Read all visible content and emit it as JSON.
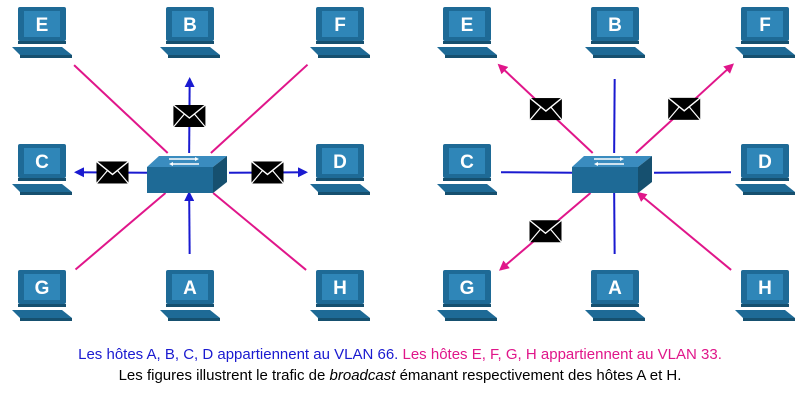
{
  "colors": {
    "vlan66": "#1a1ad0",
    "vlan33": "#e0168a",
    "device": "#1e6a96",
    "envelope": "#000000"
  },
  "diagrams": [
    {
      "id": "broadcast-from-A",
      "hosts": [
        {
          "label": "E",
          "vlan": "33"
        },
        {
          "label": "B",
          "vlan": "66"
        },
        {
          "label": "F",
          "vlan": "33"
        },
        {
          "label": "C",
          "vlan": "66"
        },
        {
          "label": "D",
          "vlan": "66"
        },
        {
          "label": "G",
          "vlan": "33"
        },
        {
          "label": "A",
          "vlan": "66"
        },
        {
          "label": "H",
          "vlan": "33"
        }
      ],
      "source": "A",
      "receivers": [
        "B",
        "C",
        "D"
      ]
    },
    {
      "id": "broadcast-from-H",
      "hosts": [
        {
          "label": "E",
          "vlan": "33"
        },
        {
          "label": "B",
          "vlan": "66"
        },
        {
          "label": "F",
          "vlan": "33"
        },
        {
          "label": "C",
          "vlan": "66"
        },
        {
          "label": "D",
          "vlan": "66"
        },
        {
          "label": "G",
          "vlan": "33"
        },
        {
          "label": "A",
          "vlan": "66"
        },
        {
          "label": "H",
          "vlan": "33"
        }
      ],
      "source": "H",
      "receivers": [
        "E",
        "F",
        "G"
      ]
    }
  ],
  "caption": {
    "vlan66_text": "Les hôtes A, B, C, D appartiennent au VLAN 66.",
    "vlan33_text": "Les hôtes E, F, G, H appartiennent au VLAN 33.",
    "line2_before": "Les figures illustrent le trafic de ",
    "line2_emphasis": "broadcast",
    "line2_after": " émanant respectivement des hôtes A et H."
  }
}
